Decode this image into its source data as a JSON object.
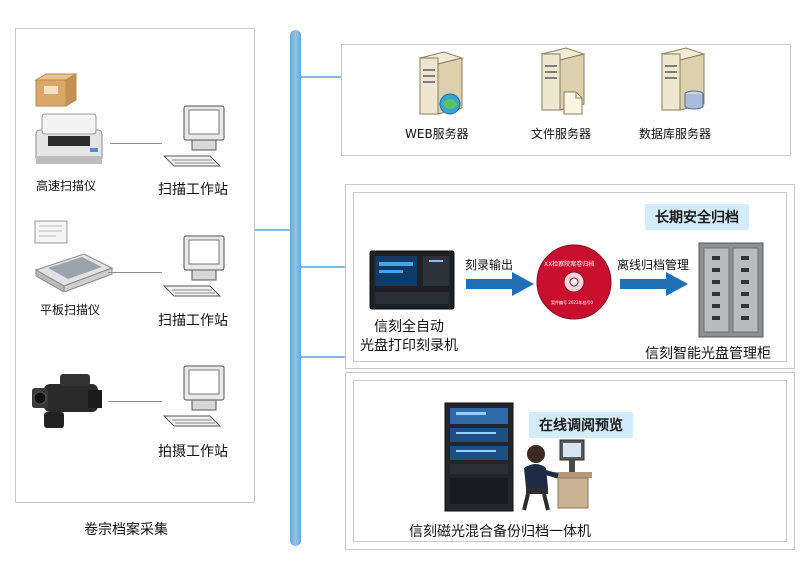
{
  "acquisition": {
    "title": "卷宗档案采集",
    "devices": [
      {
        "device_label": "高速扫描仪",
        "workstation_label": "扫描工作站"
      },
      {
        "device_label": "平板扫描仪",
        "workstation_label": "扫描工作站"
      },
      {
        "device_label": "",
        "workstation_label": "拍摄工作站"
      }
    ]
  },
  "servers": [
    {
      "label": "WEB服务器"
    },
    {
      "label": "文件服务器"
    },
    {
      "label": "数据库服务器"
    }
  ],
  "archive": {
    "badge": "长期安全归档",
    "burner_label_line1": "信刻全自动",
    "burner_label_line2": "光盘打印刻录机",
    "arrow1_label": "刻录输出",
    "disc_title": "XX检察院案卷归档",
    "disc_subtitle": "案件编号  2023年档号0",
    "arrow2_label": "离线归档管理",
    "cabinet_label": "信刻智能光盘管理柜"
  },
  "online": {
    "badge": "在线调阅预览",
    "machine_label": "信刻磁光混合备份归档一体机"
  },
  "colors": {
    "bus": "#7ab4e0",
    "arrow": "#1f6fb5",
    "badge_bg": "#d4ebf9",
    "disc": "#c8102e"
  }
}
